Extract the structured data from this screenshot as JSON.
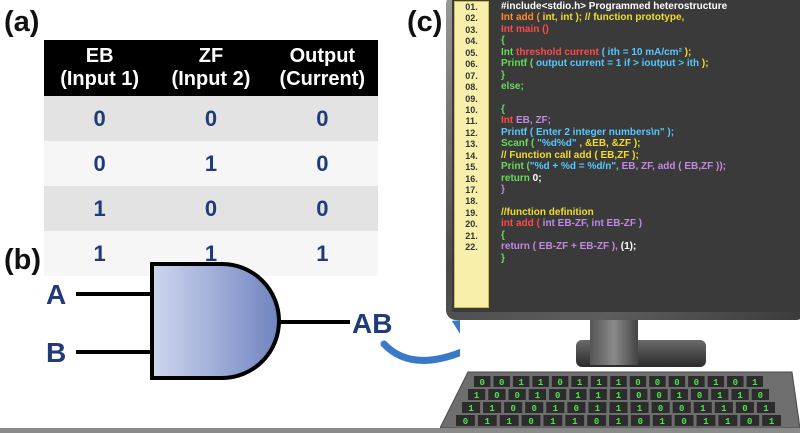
{
  "labels": {
    "a": "(a)",
    "b": "(b)",
    "c": "(c)"
  },
  "truth_table": {
    "headers": [
      {
        "line1": "EB",
        "line2": "(Input 1)"
      },
      {
        "line1": "ZF",
        "line2": "(Input 2)"
      },
      {
        "line1": "Output",
        "line2": "(Current)"
      }
    ],
    "rows": [
      [
        "0",
        "0",
        "0"
      ],
      [
        "0",
        "1",
        "0"
      ],
      [
        "1",
        "0",
        "0"
      ],
      [
        "1",
        "1",
        "1"
      ]
    ]
  },
  "gate": {
    "input_a": "A",
    "input_b": "B",
    "output": "AB"
  },
  "code": {
    "line_numbers": [
      "01.",
      "02.",
      "03.",
      "04.",
      "05.",
      "06.",
      "07.",
      "08.",
      "09.",
      "10.",
      "11.",
      "12.",
      "13.",
      "14.",
      "15.",
      "16.",
      "17.",
      "18.",
      "19.",
      "20.",
      "21.",
      "22."
    ],
    "lines": [
      [
        {
          "t": "#include<stdio.h> Programmed heterostructure",
          "c": "w"
        }
      ],
      [
        {
          "t": "Int add ( ",
          "c": "o"
        },
        {
          "t": "int, int ); // function prototype,",
          "c": "y"
        }
      ],
      [
        {
          "t": "Int main ()",
          "c": "r"
        }
      ],
      [
        {
          "t": "{",
          "c": "g"
        }
      ],
      [
        {
          "t": "Int ",
          "c": "g"
        },
        {
          "t": "threshold current",
          "c": "r"
        },
        {
          "t": " ( i",
          "c": "c"
        },
        {
          "t": "th",
          "c": "c"
        },
        {
          "t": " = 10 mA/cm²",
          "c": "c"
        },
        {
          "t": " );",
          "c": "y"
        }
      ],
      [
        {
          "t": "Printf ( ",
          "c": "g"
        },
        {
          "t": "output current = 1 if > i",
          "c": "c"
        },
        {
          "t": "output",
          "c": "c"
        },
        {
          "t": " > i",
          "c": "c"
        },
        {
          "t": "th",
          "c": "c"
        },
        {
          "t": " );",
          "c": "y"
        }
      ],
      [
        {
          "t": "}",
          "c": "g"
        }
      ],
      [
        {
          "t": "else;",
          "c": "g"
        }
      ],
      [
        {
          "t": "",
          "c": "w"
        }
      ],
      [
        {
          "t": "{",
          "c": "g"
        }
      ],
      [
        {
          "t": "Int ",
          "c": "r"
        },
        {
          "t": "EB, ZF;",
          "c": "p"
        }
      ],
      [
        {
          "t": "Printf ( ",
          "c": "c"
        },
        {
          "t": "Enter 2 integer numbers\\n\" );",
          "c": "c"
        }
      ],
      [
        {
          "t": "Scanf ( ",
          "c": "g"
        },
        {
          "t": "\"%d%d\" ",
          "c": "c"
        },
        {
          "t": ", &EB, &ZF );",
          "c": "y"
        }
      ],
      [
        {
          "t": "// Function call add ( EB,ZF );",
          "c": "y"
        }
      ],
      [
        {
          "t": "Print (",
          "c": "g"
        },
        {
          "t": "\"%d + %d = %d/n\", ",
          "c": "c"
        },
        {
          "t": "EB, ZF, add ( EB,ZF ));",
          "c": "p"
        }
      ],
      [
        {
          "t": "return ",
          "c": "g"
        },
        {
          "t": "0;",
          "c": "w"
        }
      ],
      [
        {
          "t": "}",
          "c": "p"
        }
      ],
      [
        {
          "t": "",
          "c": "w"
        }
      ],
      [
        {
          "t": "//function definition",
          "c": "y"
        }
      ],
      [
        {
          "t": "int add ( ",
          "c": "r"
        },
        {
          "t": "int EB-ZF, int EB-ZF )",
          "c": "p"
        }
      ],
      [
        {
          "t": "{",
          "c": "g"
        }
      ],
      [
        {
          "t": "return ( ",
          "c": "p"
        },
        {
          "t": "EB-ZF + EB-ZF ), ",
          "c": "p"
        },
        {
          "t": "(1);",
          "c": "w"
        }
      ],
      [
        {
          "t": "}",
          "c": "g"
        }
      ]
    ]
  },
  "keyboard": {
    "rows": [
      "0 0 1 1 0 1 1 1 0 0 0 0 1 0 1",
      "1 0 0 1 0 1 1 1 0 0 1 0 1 1 0",
      "1 1 0 0 1 0 1 1 1 0 0 1 1 0 1",
      "0 1 1 0 1 1 0 1 0 1 0 1 1 0 1"
    ]
  },
  "colors": {
    "gate_fill_light": "#cfd6ee",
    "gate_fill_dark": "#6f84c0",
    "label_blue": "#1f3b79",
    "arrow": "#3a78c8"
  }
}
